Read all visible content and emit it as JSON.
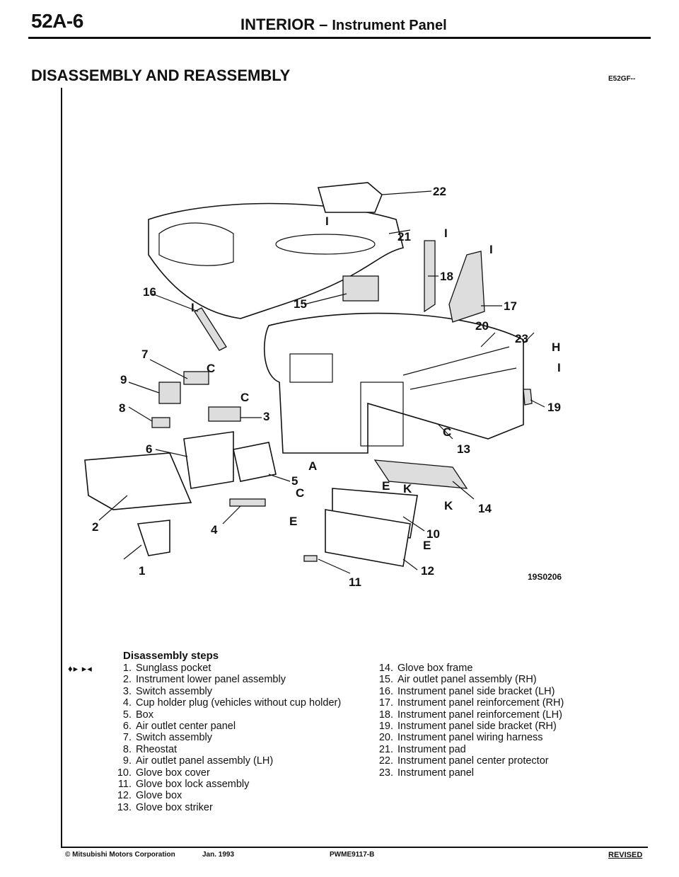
{
  "header": {
    "page_code": "52A-6",
    "section": "INTERIOR",
    "separator": "–",
    "subsection": "Instrument Panel"
  },
  "title": "DISASSEMBLY AND REASSEMBLY",
  "section_code": "E52GF--",
  "figure": {
    "label": "19S0206",
    "callouts": [
      "1",
      "2",
      "3",
      "4",
      "5",
      "6",
      "7",
      "8",
      "9",
      "10",
      "11",
      "12",
      "13",
      "14",
      "15",
      "16",
      "17",
      "18",
      "19",
      "20",
      "21",
      "22",
      "23",
      "A",
      "C",
      "E",
      "H",
      "I",
      "K"
    ]
  },
  "disassembly": {
    "title": "Disassembly steps",
    "arrow_marks": "♦▸ ▸◂",
    "left_steps": [
      {
        "num": "1.",
        "text": "Sunglass pocket"
      },
      {
        "num": "2.",
        "text": "Instrument lower panel assembly"
      },
      {
        "num": "3.",
        "text": "Switch assembly"
      },
      {
        "num": "4.",
        "text": "Cup holder plug (vehicles without cup holder)"
      },
      {
        "num": "5.",
        "text": "Box"
      },
      {
        "num": "6.",
        "text": "Air outlet center panel"
      },
      {
        "num": "7.",
        "text": "Switch assembly"
      },
      {
        "num": "8.",
        "text": "Rheostat"
      },
      {
        "num": "9.",
        "text": "Air outlet panel assembly (LH)"
      },
      {
        "num": "10.",
        "text": "Glove box cover"
      },
      {
        "num": "11.",
        "text": "Glove box lock assembly"
      },
      {
        "num": "12.",
        "text": "Glove box"
      },
      {
        "num": "13.",
        "text": "Glove box striker"
      }
    ],
    "right_steps": [
      {
        "num": "14.",
        "text": "Glove box frame"
      },
      {
        "num": "15.",
        "text": "Air outlet panel assembly (RH)"
      },
      {
        "num": "16.",
        "text": "Instrument panel side bracket (LH)"
      },
      {
        "num": "17.",
        "text": "Instrument panel reinforcement (RH)"
      },
      {
        "num": "18.",
        "text": "Instrument panel reinforcement (LH)"
      },
      {
        "num": "19.",
        "text": "Instrument panel side bracket (RH)"
      },
      {
        "num": "20.",
        "text": "Instrument panel wiring harness"
      },
      {
        "num": "21.",
        "text": "Instrument pad"
      },
      {
        "num": "22.",
        "text": "Instrument panel center protector"
      },
      {
        "num": "23.",
        "text": "Instrument panel"
      }
    ]
  },
  "footer": {
    "copyright": "© Mitsubishi Motors Corporation",
    "date": "Jan. 1993",
    "publication": "PWME9117-B",
    "revised": "REVISED"
  }
}
